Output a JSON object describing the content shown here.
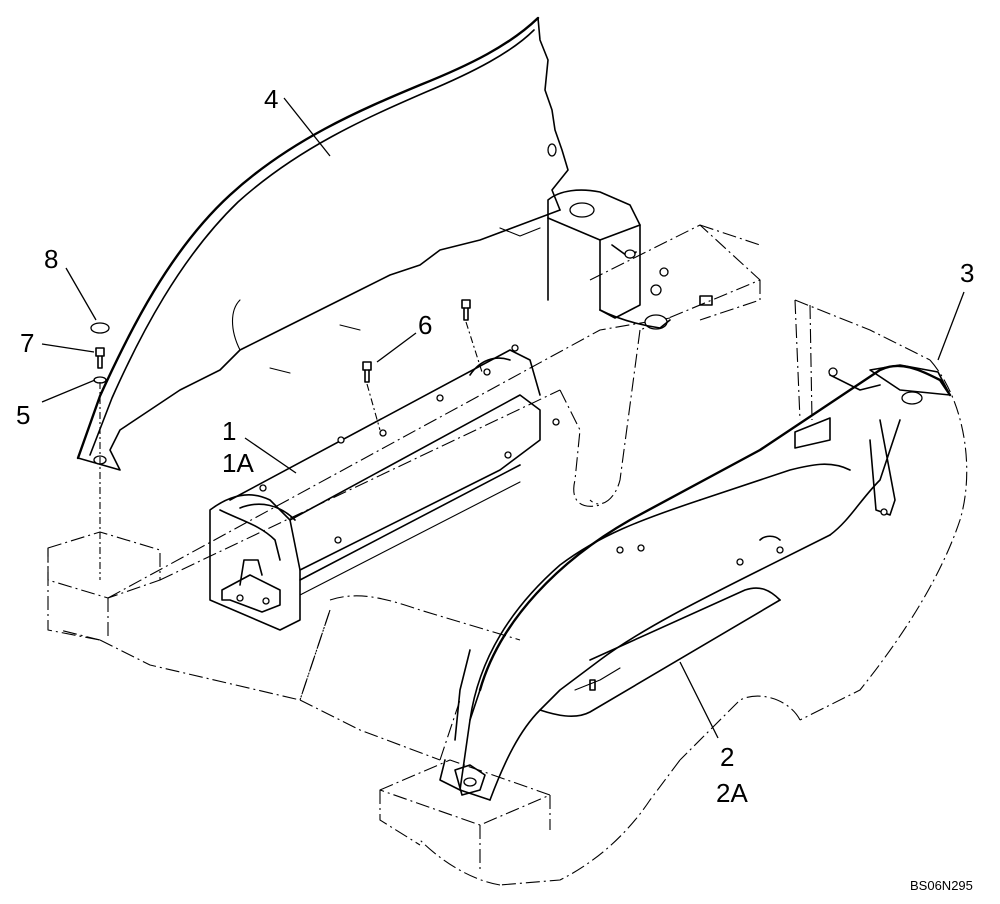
{
  "diagram": {
    "callouts": {
      "c1": "1",
      "c1a": "1A",
      "c2": "2",
      "c2a": "2A",
      "c3": "3",
      "c4": "4",
      "c5": "5",
      "c6": "6",
      "c7": "7",
      "c8": "8"
    },
    "figure_code": "BS06N295",
    "line_color": "#000000",
    "background_color": "#ffffff"
  }
}
